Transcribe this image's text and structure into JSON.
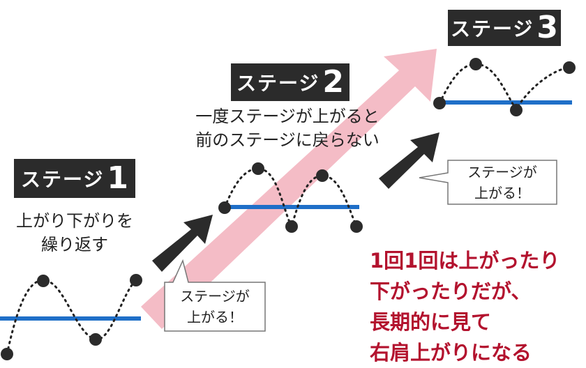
{
  "colors": {
    "label_bg": "#2b2b2b",
    "baseline": "#1f6fc8",
    "big_arrow": "#f4bcc6",
    "small_arrow": "#2b2b2b",
    "conclusion_text": "#b3122e"
  },
  "stages": [
    {
      "label": "ステージ",
      "number": "1",
      "caption": [
        "上がり下がりを",
        "繰り返す"
      ]
    },
    {
      "label": "ステージ",
      "number": "2",
      "caption": [
        "一度ステージが上がると",
        "前のステージに戻らない"
      ]
    },
    {
      "label": "ステージ",
      "number": "3"
    }
  ],
  "bubbles": [
    {
      "lines": [
        "ステージが",
        "上がる！"
      ]
    },
    {
      "lines": [
        "ステージが",
        "上がる！"
      ]
    }
  ],
  "conclusion": [
    "1回1回は上がったり",
    "下がったりだが、",
    "長期的に見て",
    "右肩上がりになる"
  ]
}
